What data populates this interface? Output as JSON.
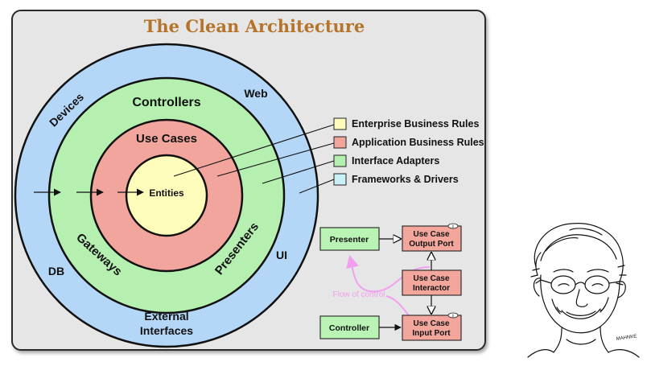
{
  "title": "The Clean Architecture",
  "colors": {
    "frameworks": "#b4d7f7",
    "adapters": "#b5f0b0",
    "usecases": "#f1a59c",
    "entities": "#fefcba",
    "legend_frameworks": "#c8f0f5",
    "title": "#b5742a",
    "flow": "#f29ff0",
    "box_green": "#b9f4b4",
    "box_red": "#f3a69c"
  },
  "rings": {
    "devices": "Devices",
    "web": "Web",
    "db": "DB",
    "ui": "UI",
    "external_1": "External",
    "external_2": "Interfaces",
    "controllers": "Controllers",
    "gateways": "Gateways",
    "presenters": "Presenters",
    "use_cases": "Use Cases",
    "entities": "Entities"
  },
  "legend": [
    {
      "label": "Enterprise Business Rules",
      "color": "#fefcba"
    },
    {
      "label": "Application Business Rules",
      "color": "#f1a59c"
    },
    {
      "label": "Interface Adapters",
      "color": "#b5f0b0"
    },
    {
      "label": "Frameworks & Drivers",
      "color": "#c8f0f5"
    }
  ],
  "flow": {
    "presenter": "Presenter",
    "output_port_1": "Use Case",
    "output_port_2": "Output Port",
    "interactor_1": "Use Case",
    "interactor_2": "Interactor",
    "controller": "Controller",
    "input_port_1": "Use Case",
    "input_port_2": "Input Port",
    "flow_label": "Flow of control",
    "interface_marker": "I"
  },
  "signature": "MAHNKE"
}
